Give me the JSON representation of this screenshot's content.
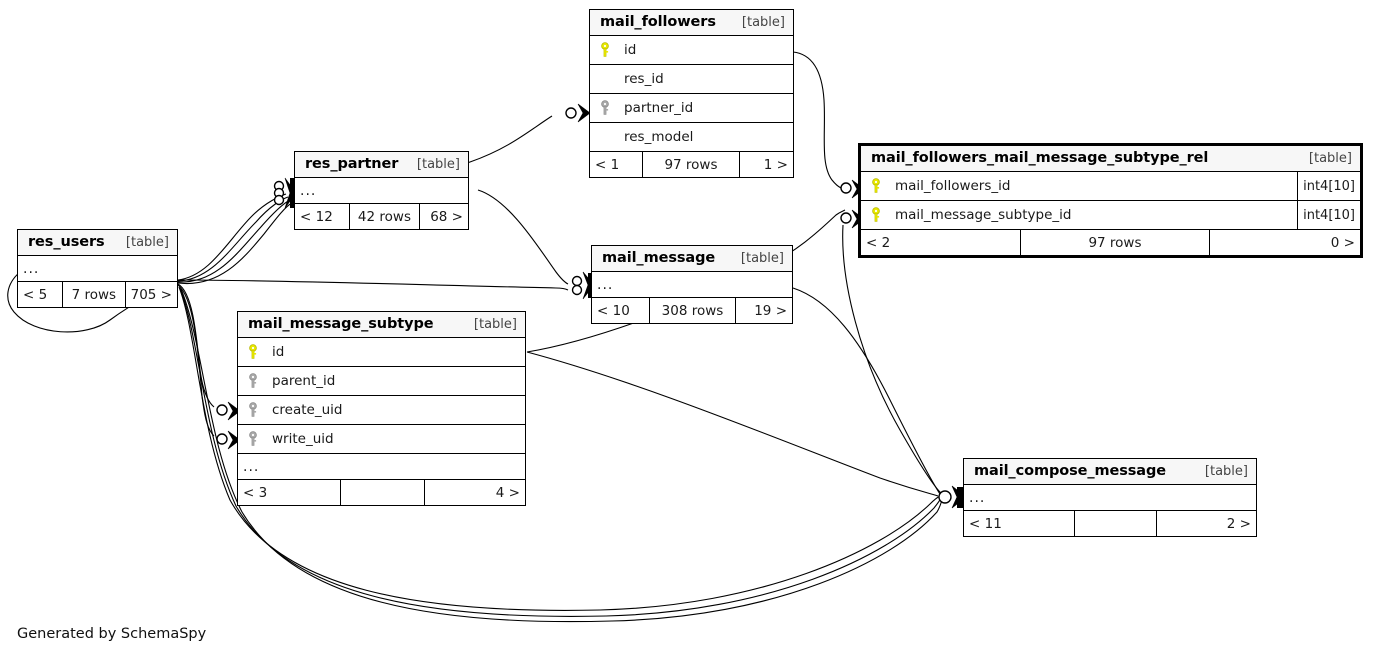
{
  "diagram": {
    "footer_text": "Generated by SchemaSpy",
    "table_tag": "[table]",
    "ellipsis": "...",
    "colors": {
      "primary_key": "#e8e800",
      "foreign_key": "#a9a9a9",
      "header_bg": "#f7f7f7",
      "border": "#000000",
      "background": "#ffffff"
    }
  },
  "tables": [
    {
      "id": "mail_followers",
      "name": "mail_followers",
      "tag": "[table]",
      "highlight": false,
      "columns": [
        {
          "key": "primary",
          "name": "id",
          "type": ""
        },
        {
          "key": "none",
          "name": "res_id",
          "type": ""
        },
        {
          "key": "foreign",
          "name": "partner_id",
          "type": ""
        },
        {
          "key": "none",
          "name": "res_model",
          "type": ""
        }
      ],
      "has_ellipsis": false,
      "footer": {
        "left": "< 1",
        "middle": "97 rows",
        "right": "1 >"
      }
    },
    {
      "id": "mail_followers_mail_message_subtype_rel",
      "name": "mail_followers_mail_message_subtype_rel",
      "tag": "[table]",
      "highlight": true,
      "columns": [
        {
          "key": "primary",
          "name": "mail_followers_id",
          "type": "int4[10]"
        },
        {
          "key": "primary",
          "name": "mail_message_subtype_id",
          "type": "int4[10]"
        }
      ],
      "has_ellipsis": false,
      "footer": {
        "left": "< 2",
        "middle": "97 rows",
        "right": "0 >"
      }
    },
    {
      "id": "res_partner",
      "name": "res_partner",
      "tag": "[table]",
      "highlight": false,
      "columns": [],
      "has_ellipsis": true,
      "footer": {
        "left": "< 12",
        "middle": "42 rows",
        "right": "68 >"
      }
    },
    {
      "id": "res_users",
      "name": "res_users",
      "tag": "[table]",
      "highlight": false,
      "columns": [],
      "has_ellipsis": true,
      "footer": {
        "left": "< 5",
        "middle": "7 rows",
        "right": "705 >"
      }
    },
    {
      "id": "mail_message",
      "name": "mail_message",
      "tag": "[table]",
      "highlight": false,
      "columns": [],
      "has_ellipsis": true,
      "footer": {
        "left": "< 10",
        "middle": "308 rows",
        "right": "19 >"
      }
    },
    {
      "id": "mail_message_subtype",
      "name": "mail_message_subtype",
      "tag": "[table]",
      "highlight": false,
      "columns": [
        {
          "key": "primary",
          "name": "id",
          "type": ""
        },
        {
          "key": "foreign",
          "name": "parent_id",
          "type": ""
        },
        {
          "key": "foreign",
          "name": "create_uid",
          "type": ""
        },
        {
          "key": "foreign",
          "name": "write_uid",
          "type": ""
        }
      ],
      "has_ellipsis": true,
      "footer": {
        "left": "< 3",
        "middle": "",
        "right": "4 >"
      }
    },
    {
      "id": "mail_compose_message",
      "name": "mail_compose_message",
      "tag": "[table]",
      "highlight": false,
      "columns": [],
      "has_ellipsis": true,
      "footer": {
        "left": "< 11",
        "middle": "",
        "right": "2 >"
      }
    }
  ]
}
